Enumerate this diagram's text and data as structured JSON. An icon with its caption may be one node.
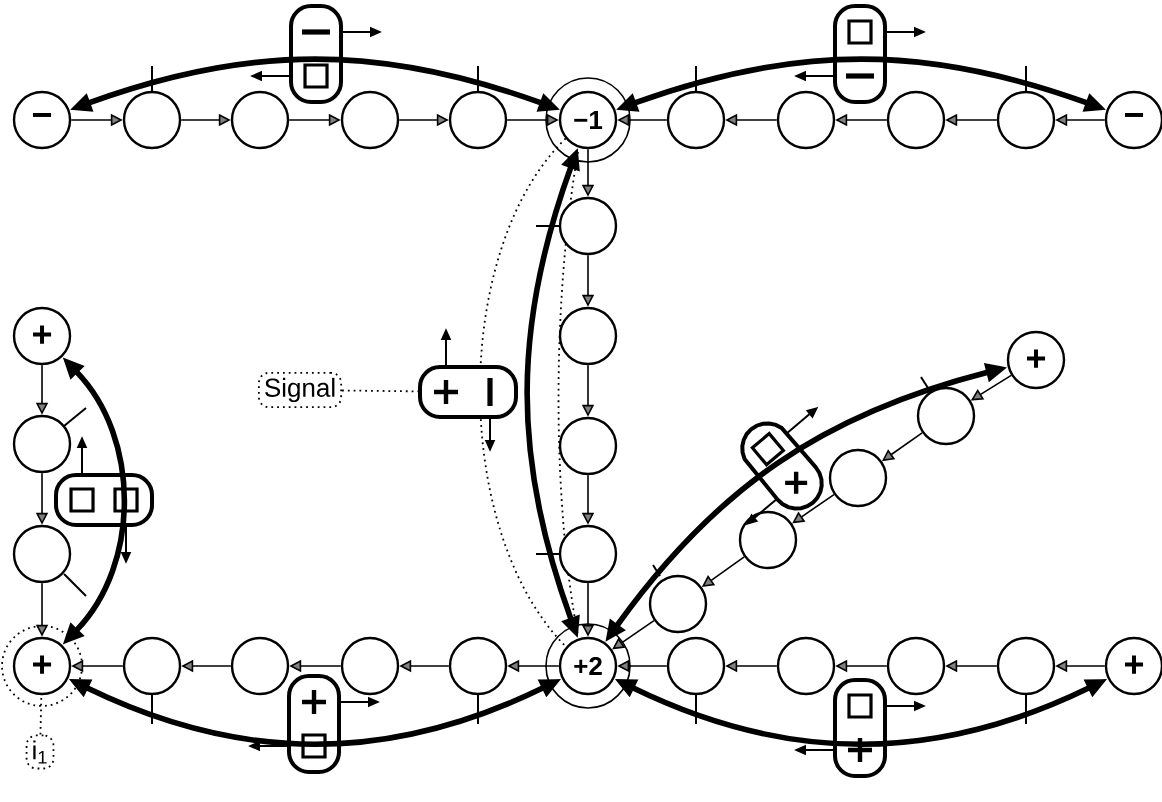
{
  "diagram": {
    "nodes": [
      {
        "text": [
          "−"
        ]
      },
      {
        "text": [],
        "shape": "circle"
      },
      {
        "text": [],
        "shape": "circle"
      },
      {
        "text": [],
        "shape": "circle"
      },
      {
        "text": [],
        "shape": "circle"
      },
      {
        "text": [
          "−1"
        ]
      },
      {
        "text": [],
        "shape": "circle"
      },
      {
        "text": [],
        "shape": "circle"
      },
      {
        "text": [],
        "shape": "circle"
      },
      {
        "text": [],
        "shape": "circle"
      },
      {
        "text": [
          "−"
        ]
      },
      {
        "text": [],
        "shape": "circle"
      },
      {
        "text": [],
        "shape": "circle"
      },
      {
        "text": [],
        "shape": "circle"
      },
      {
        "text": [],
        "shape": "circle"
      },
      {
        "text": [
          "+"
        ]
      },
      {
        "text": [],
        "shape": "circle"
      },
      {
        "text": [],
        "shape": "circle"
      },
      {
        "text": [
          "Signal"
        ]
      },
      {
        "text": [],
        "shape": "box"
      },
      {
        "text": [
          "+"
        ]
      },
      {
        "text": [],
        "shape": "circle"
      },
      {
        "text": [],
        "shape": "circle"
      },
      {
        "text": [],
        "shape": "circle"
      },
      {
        "text": [],
        "shape": "circle"
      },
      {
        "text": [
          "+"
        ]
      },
      {
        "text": [],
        "shape": "circle"
      },
      {
        "text": [],
        "shape": "circle"
      },
      {
        "text": [],
        "shape": "circle"
      },
      {
        "text": [],
        "shape": "circle"
      },
      {
        "text": [
          "+2"
        ]
      },
      {
        "text": [],
        "shape": "circle"
      },
      {
        "text": [],
        "shape": "circle"
      },
      {
        "text": [],
        "shape": "circle"
      },
      {
        "text": [],
        "shape": "circle"
      },
      {
        "text": [
          "+"
        ]
      },
      {
        "text": [
          "i$_{1}$"
        ]
      }
    ],
    "edges": [
      {
        "from": 0,
        "to": 1,
        "arrow": "to"
      },
      {
        "from": 1,
        "to": 2,
        "arrow": "to"
      },
      {
        "from": 2,
        "to": 3,
        "arrow": "to"
      },
      {
        "from": 3,
        "to": 4,
        "arrow": "to"
      },
      {
        "from": 4,
        "to": 5,
        "arrow": "to"
      },
      {
        "from": 10,
        "to": 9,
        "arrow": "to"
      },
      {
        "from": 9,
        "to": 8,
        "arrow": "to"
      },
      {
        "from": 8,
        "to": 7,
        "arrow": "to"
      },
      {
        "from": 7,
        "to": 6,
        "arrow": "to"
      },
      {
        "from": 6,
        "to": 5,
        "arrow": "to"
      },
      {
        "from": 5,
        "to": 11,
        "arrow": "to"
      },
      {
        "from": 11,
        "to": 12,
        "arrow": "to"
      },
      {
        "from": 12,
        "to": 13,
        "arrow": "to"
      },
      {
        "from": 13,
        "to": 14,
        "arrow": "to"
      },
      {
        "from": 14,
        "to": 30,
        "arrow": "to"
      },
      {
        "from": 15,
        "to": 16,
        "arrow": "to"
      },
      {
        "from": 16,
        "to": 17,
        "arrow": "to"
      },
      {
        "from": 17,
        "to": 25,
        "arrow": "to"
      },
      {
        "from": 20,
        "to": 21,
        "arrow": "to"
      },
      {
        "from": 21,
        "to": 22,
        "arrow": "to"
      },
      {
        "from": 22,
        "to": 23,
        "arrow": "to"
      },
      {
        "from": 23,
        "to": 24,
        "arrow": "to"
      },
      {
        "from": 24,
        "to": 30,
        "arrow": "to"
      },
      {
        "from": 30,
        "to": 29,
        "arrow": "to"
      },
      {
        "from": 29,
        "to": 28,
        "arrow": "to"
      },
      {
        "from": 28,
        "to": 27,
        "arrow": "to"
      },
      {
        "from": 27,
        "to": 26,
        "arrow": "to"
      },
      {
        "from": 26,
        "to": 25,
        "arrow": "to"
      },
      {
        "from": 35,
        "to": 34,
        "arrow": "to"
      },
      {
        "from": 34,
        "to": 33,
        "arrow": "to"
      },
      {
        "from": 33,
        "to": 32,
        "arrow": "to"
      },
      {
        "from": 32,
        "to": 31,
        "arrow": "to"
      },
      {
        "from": 31,
        "to": 30,
        "arrow": "to"
      },
      {
        "from": 0,
        "to": 5,
        "arrow": "both",
        "style": "thick"
      },
      {
        "from": 5,
        "to": 10,
        "arrow": "both",
        "style": "thick"
      },
      {
        "from": 15,
        "to": 25,
        "arrow": "both",
        "style": "thick"
      },
      {
        "from": 5,
        "to": 30,
        "arrow": "both",
        "style": "thick"
      },
      {
        "from": 30,
        "to": 20,
        "arrow": "both",
        "style": "thick"
      },
      {
        "from": 25,
        "to": 30,
        "arrow": "both",
        "style": "thick"
      },
      {
        "from": 30,
        "to": 35,
        "arrow": "both",
        "style": "thick"
      },
      {
        "from": 18,
        "to": 19,
        "arrow": "none",
        "style": "dashed"
      },
      {
        "from": 36,
        "to": 25,
        "arrow": "none",
        "style": "dashed"
      }
    ]
  }
}
